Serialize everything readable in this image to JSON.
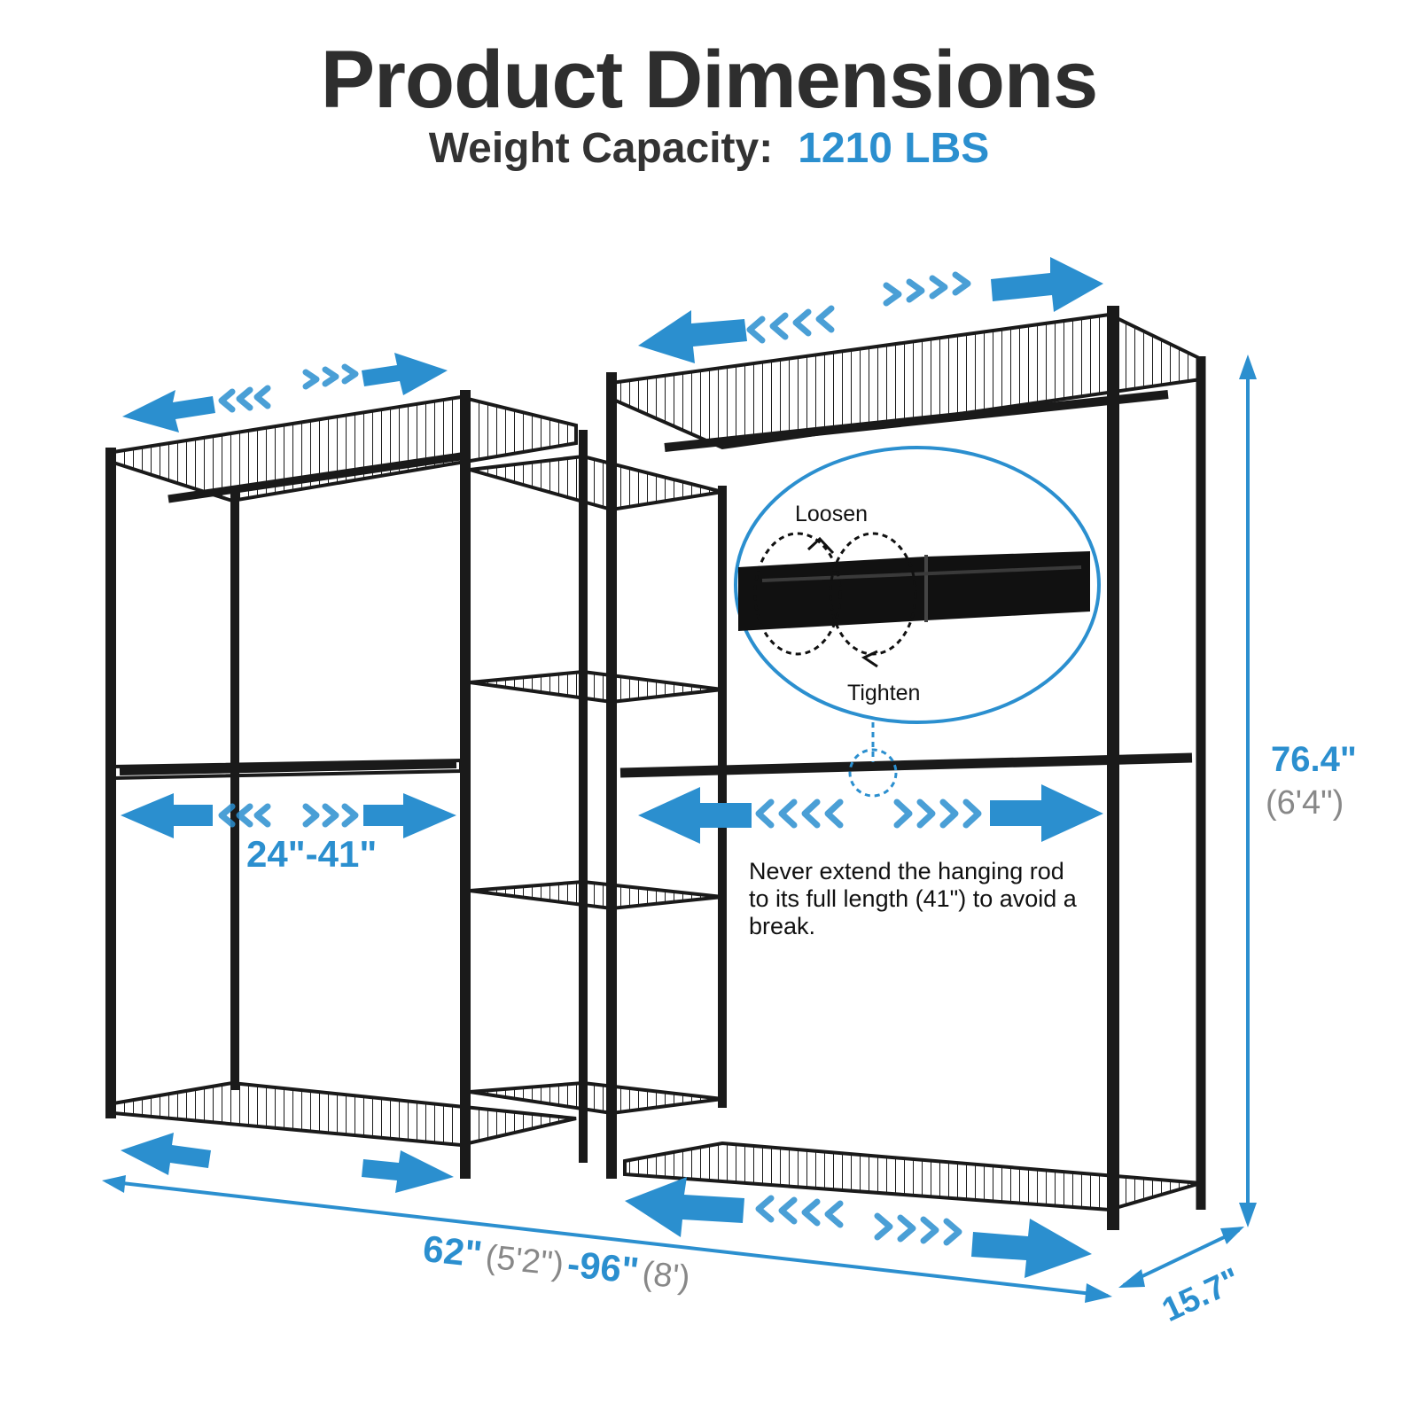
{
  "header": {
    "title": "Product Dimensions",
    "capacity_label": "Weight Capacity:",
    "capacity_value": "1210 LBS"
  },
  "dimensions": {
    "rod_range": "24\"-41\"",
    "height_main": "76.4\"",
    "height_alt": "(6'4\")",
    "width_min": "62\"",
    "width_min_alt": "(5'2\")",
    "width_dash": "-",
    "width_max": "96\"",
    "width_max_alt": "(8')",
    "depth": "15.7\""
  },
  "callout": {
    "loosen": "Loosen",
    "tighten": "Tighten"
  },
  "note": "Never extend the hanging rod to its full length (41\") to avoid a break.",
  "colors": {
    "accent": "#2b8fcf",
    "frame": "#1a1a1a",
    "text": "#2e2e2e",
    "muted": "#888888"
  }
}
